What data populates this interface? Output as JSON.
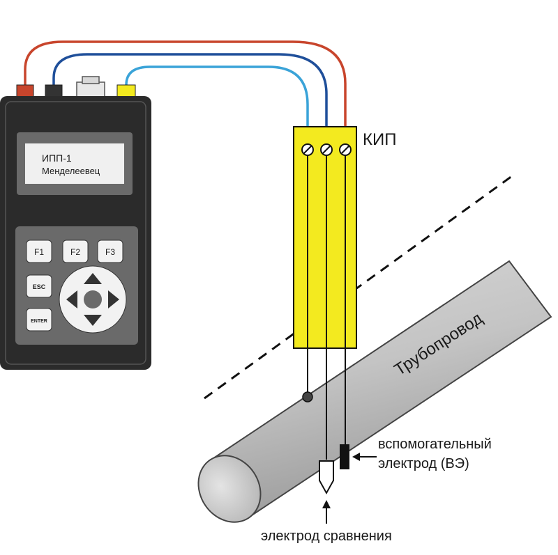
{
  "device": {
    "screen_line1": "ИПП-1",
    "screen_line2": "Менделеевец",
    "keys": {
      "f1": "F1",
      "f2": "F2",
      "f3": "F3",
      "esc": "ESC",
      "enter": "ENTER"
    }
  },
  "labels": {
    "kip": "КИП",
    "pipeline": "Трубопровод",
    "aux_electrode_line1": "вспомогательный",
    "aux_electrode_line2": "электрод (ВЭ)",
    "reference_electrode": "электрод сравнения"
  },
  "colors": {
    "wire_red": "#c8452c",
    "wire_blue": "#1f4f9a",
    "wire_lightblue": "#3aa3d8",
    "kip_yellow": "#f3ea1f",
    "device_body": "#2b2b2b",
    "screen": "#f0f0f0"
  }
}
